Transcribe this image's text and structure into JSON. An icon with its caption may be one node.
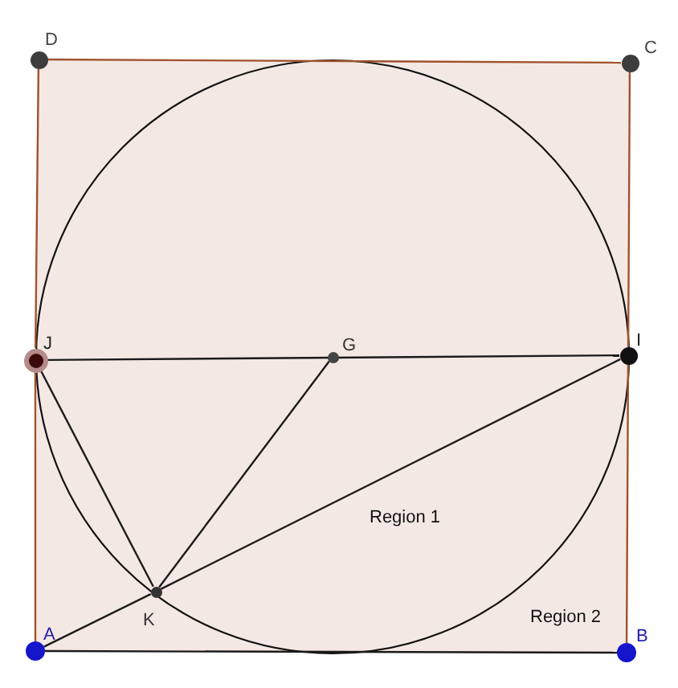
{
  "diagram": {
    "nodes": [
      {
        "text": [],
        "shape": "circle",
        "beside": [
          "D"
        ]
      },
      {
        "text": [],
        "shape": "circle",
        "beside": [
          "C"
        ]
      },
      {
        "text": [],
        "shape": "circle",
        "beside": [
          "J"
        ]
      },
      {
        "text": [],
        "shape": "circle",
        "beside": [
          "G"
        ]
      },
      {
        "text": [],
        "shape": "circle",
        "beside": [
          "I"
        ]
      },
      {
        "text": [],
        "shape": "circle",
        "beside": [
          "K"
        ]
      },
      {
        "text": [],
        "shape": "circle",
        "beside": [
          "A"
        ]
      },
      {
        "text": [],
        "shape": "circle",
        "beside": [
          "B"
        ]
      }
    ],
    "edges": [
      {
        "from": 0,
        "to": 1,
        "arrow": "none",
        "color": "#a0522d"
      },
      {
        "from": 1,
        "to": 4,
        "arrow": "none",
        "color": "#a0522d"
      },
      {
        "from": 4,
        "to": 7,
        "arrow": "none",
        "color": "#a0522d"
      },
      {
        "from": 6,
        "to": 2,
        "arrow": "none",
        "color": "#a0522d"
      },
      {
        "from": 2,
        "to": 0,
        "arrow": "none",
        "color": "#a0522d"
      },
      {
        "from": 6,
        "to": 7,
        "arrow": "none"
      },
      {
        "from": 2,
        "to": 4,
        "arrow": "none"
      },
      {
        "from": 2,
        "to": 5,
        "arrow": "none"
      },
      {
        "from": 5,
        "to": 3,
        "arrow": "none"
      },
      {
        "from": 6,
        "to": 5,
        "arrow": "none"
      },
      {
        "from": 5,
        "to": 4,
        "arrow": "none"
      }
    ],
    "labels": [
      "Region 1",
      "Region 2"
    ]
  }
}
